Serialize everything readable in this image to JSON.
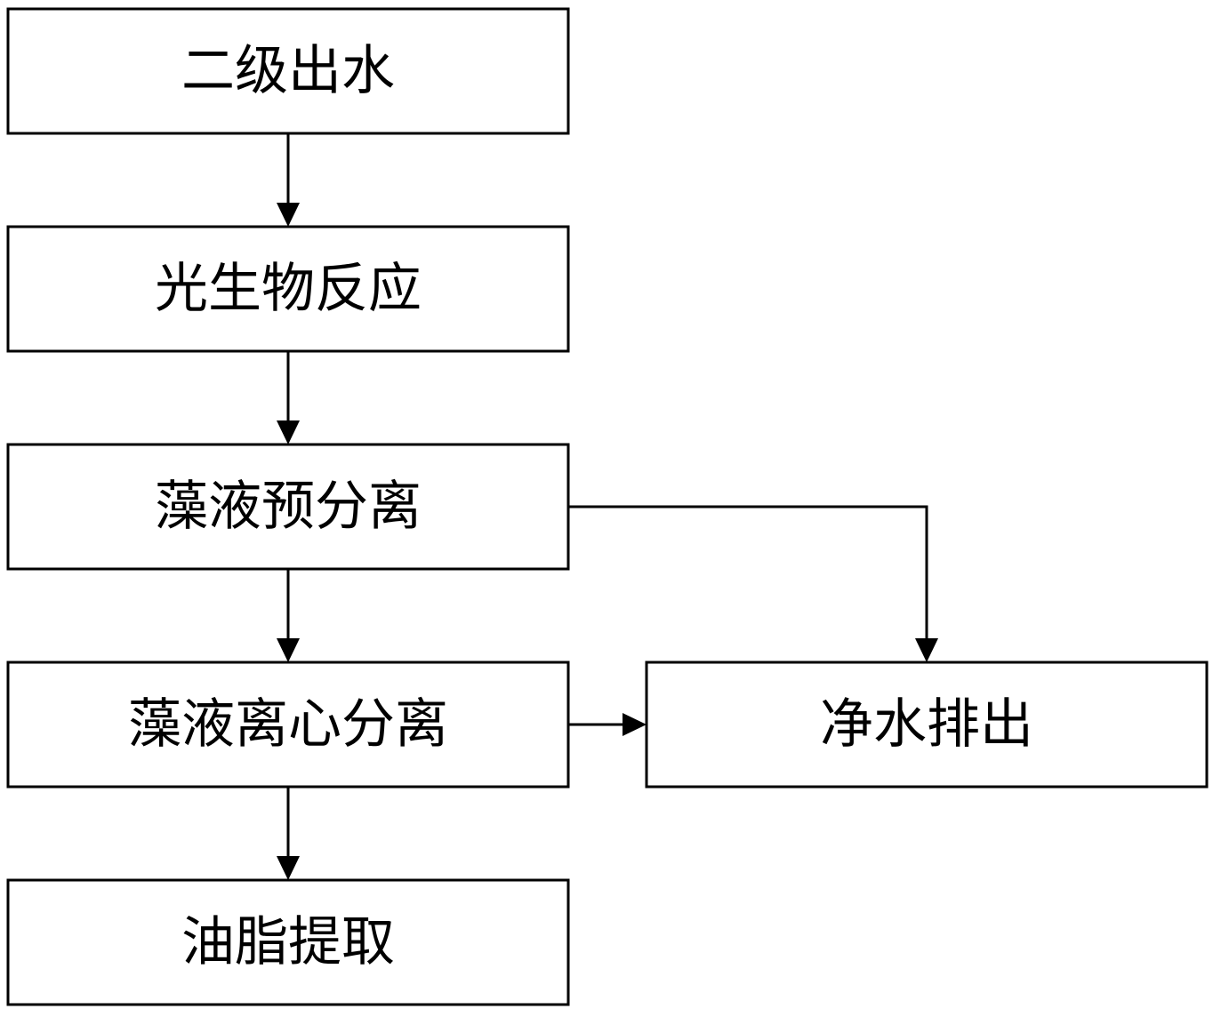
{
  "nodes": {
    "secondary_effluent": "二级出水",
    "photobioreaction": "光生物反应",
    "algae_pre_separation": "藻液预分离",
    "algae_centrifugal_separation": "藻液离心分离",
    "lipid_extraction": "油脂提取",
    "clean_water_discharge": "净水排出"
  },
  "edges": [
    {
      "from": "二级出水",
      "to": "光生物反应"
    },
    {
      "from": "光生物反应",
      "to": "藻液预分离"
    },
    {
      "from": "藻液预分离",
      "to": "藻液离心分离"
    },
    {
      "from": "藻液预分离",
      "to": "净水排出"
    },
    {
      "from": "藻液离心分离",
      "to": "净水排出"
    },
    {
      "from": "藻液离心分离",
      "to": "油脂提取"
    }
  ],
  "colors": {
    "line": "#000000",
    "box_fill": "#ffffff"
  }
}
